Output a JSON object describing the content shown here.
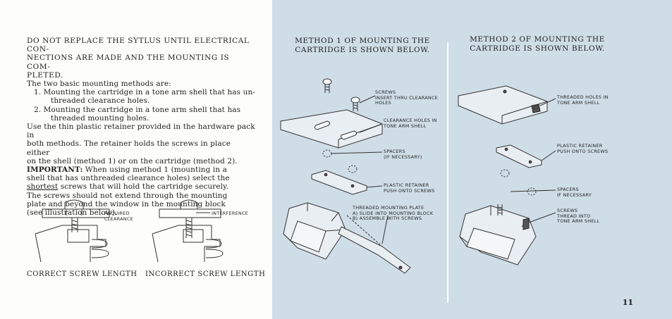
{
  "left": {
    "warning": [
      "DO NOT REPLACE THE SYTLUS UNTIL ELECTRICAL CON-",
      "NECTIONS ARE MADE AND THE MOUNTING IS COM-",
      "PLETED."
    ],
    "intro": "The two basic mounting methods are:",
    "item1": [
      "1. Mounting the cartridge in a tone arm shell that has un-",
      "threaded clearance holes."
    ],
    "item2": [
      "2. Mounting the cartridge in a tone arm shell that has",
      "threaded mounting holes."
    ],
    "para": [
      "Use the thin plastic retainer provided in the hardware pack in",
      "both methods. The retainer holds the screws in place either",
      "on the shell (method 1) or on the cartridge (method 2)."
    ],
    "important_label": "IMPORTANT:",
    "important_line1": " When using method 1 (mounting in a",
    "important_line2": "shell that has unthreaded clearance holes) select the",
    "important_u": "shortest",
    "important_line3": " screws that will hold the cartridge securely.",
    "important_rest": [
      "The screws should not extend through the mounting",
      "plate and beyond the window in the mounting block",
      "(see illustration below)."
    ],
    "fig_required": [
      "REQUIRED",
      "CLEARANCE"
    ],
    "fig_interference": "INTERFERENCE",
    "caption_correct": "CORRECT SCREW LENGTH",
    "caption_incorrect": "INCORRECT SCREW LENGTH"
  },
  "right": {
    "method1_title": [
      "METHOD 1 OF MOUNTING THE",
      "CARTRIDGE IS SHOWN BELOW."
    ],
    "method2_title": [
      "METHOD 2 OF MOUNTING THE",
      "CARTRIDGE IS SHOWN BELOW."
    ],
    "m1_screws": [
      "SCREWS",
      "INSERT THRU CLEARANCE",
      "HOLES"
    ],
    "m1_clearance": [
      "CLEARANCE HOLES IN",
      "TONE ARM SHELL"
    ],
    "m1_spacers": [
      "SPACERS",
      "(IF NECESSARY)"
    ],
    "m1_retainer": [
      "PLASTIC RETAINER",
      "PUSH ONTO SCREWS"
    ],
    "m1_plate": [
      "THREADED MOUNTING PLATE",
      "A) SLIDE INTO MOUNTING BLOCK",
      "B) ASSEMBLE WITH SCREWS"
    ],
    "m2_threaded": [
      "THREADED HOLES IN",
      "TONE ARM SHELL"
    ],
    "m2_retainer": [
      "PLASTIC RETAINER",
      "PUSH ONTO SCREWS"
    ],
    "m2_spacers": [
      "SPACERS",
      "IF NECESSARY"
    ],
    "m2_screws": [
      "SCREWS",
      "THREAD INTO",
      "TONE ARM SHELL"
    ],
    "page_number": "11"
  }
}
